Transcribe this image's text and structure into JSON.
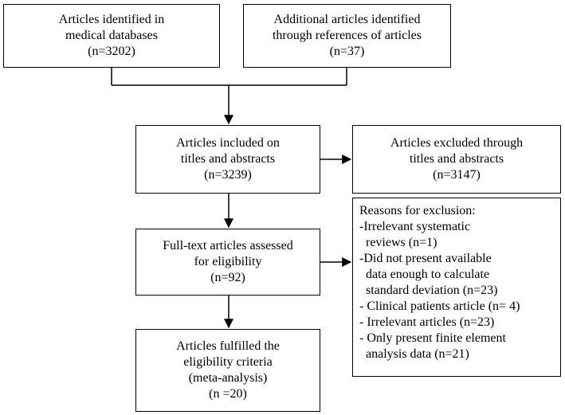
{
  "boxes": {
    "identified_databases": [
      "Articles identified in",
      "medical databases",
      "(n=3202)"
    ],
    "identified_references": [
      "Additional articles identified",
      "through references of articles",
      "(n=37)"
    ],
    "included_titles": [
      "Articles included on",
      "titles and abstracts",
      "(n=3239)"
    ],
    "excluded_titles": [
      "Articles excluded through",
      "titles and abstracts",
      "(n=3147)"
    ],
    "fulltext_assessed": [
      "Full-text articles assessed",
      "for eligibility",
      "(n=92)"
    ],
    "exclusion_reasons": [
      "Reasons for exclusion:",
      "-Irrelevant systematic",
      "  reviews (n=1)",
      "-Did not present available",
      "  data enough to calculate",
      "  standard deviation (n=23)",
      "- Clinical patients article (n= 4)",
      "- Irrelevant articles (n=23)",
      "- Only present finite element",
      "  analysis data (n=21)"
    ],
    "fulfilled": [
      "Articles fulfilled the",
      "eligibility criteria",
      "(meta-analysis)",
      "(n =20)"
    ]
  }
}
